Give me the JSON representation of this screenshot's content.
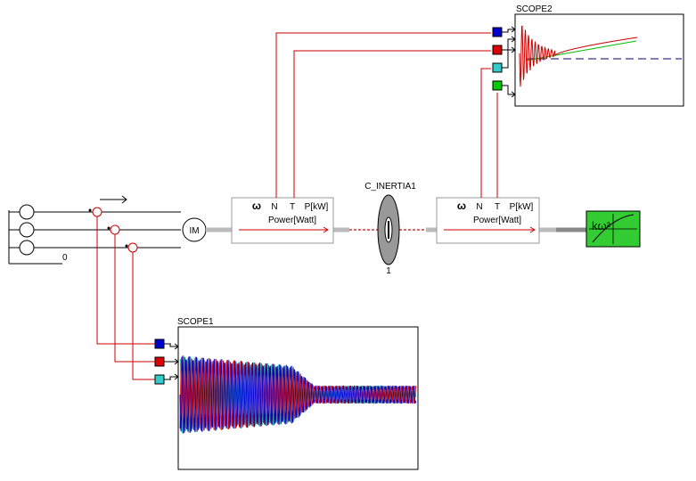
{
  "labels": {
    "scope2": "SCOPE2",
    "scope1": "SCOPE1",
    "inertia": "C_INERTIA1",
    "inertia_value": "1",
    "ground": "0",
    "motor": "IM",
    "load": "kω²"
  },
  "sensors": [
    {
      "omega": "ω",
      "n": "N",
      "t": "T",
      "p": "P[kW]",
      "power": "Power[Watt]"
    },
    {
      "omega": "ω",
      "n": "N",
      "t": "T",
      "p": "P[kW]",
      "power": "Power[Watt]"
    }
  ],
  "colors": {
    "wire": "#000000",
    "signal": "#cc0000",
    "shaft": "#bbbbbb",
    "ch_blue": "#0000cc",
    "ch_red": "#dd0000",
    "ch_cyan": "#33cccc",
    "ch_green": "#00cc00",
    "load_bg": "#33cc33"
  }
}
